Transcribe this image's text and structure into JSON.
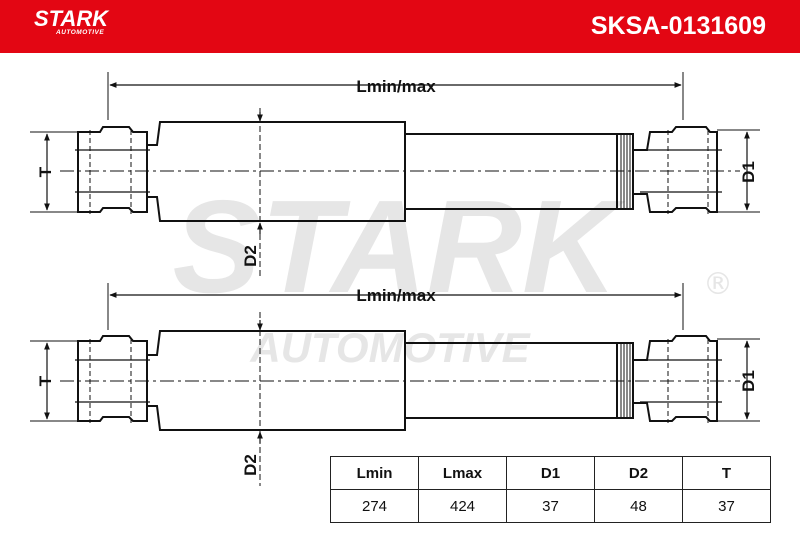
{
  "header": {
    "brand": "STARK",
    "brand_sub": "AUTOMOTIVE",
    "part_number": "SKSA-0131609",
    "color": "#e30613"
  },
  "drawing": {
    "watermark_brand": "STARK",
    "watermark_sub": "AUTOMOTIVE",
    "watermark_mark": "®",
    "views": [
      {
        "length_label": "Lmin/max",
        "t_label": "T",
        "d1_label": "D1",
        "d2_label": "D2"
      },
      {
        "length_label": "Lmin/max",
        "t_label": "T",
        "d1_label": "D1",
        "d2_label": "D2"
      }
    ]
  },
  "spec_table": {
    "headers": [
      "Lmin",
      "Lmax",
      "D1",
      "D2",
      "T"
    ],
    "values": [
      "274",
      "424",
      "37",
      "48",
      "37"
    ]
  }
}
